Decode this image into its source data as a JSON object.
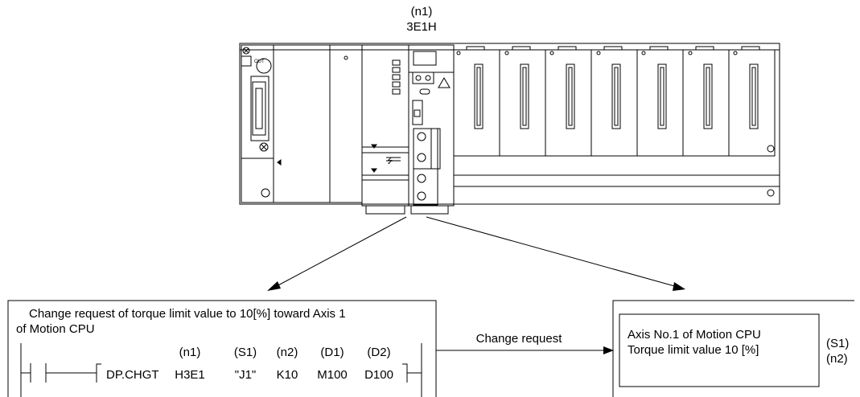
{
  "module_label": {
    "arg": "(n1)",
    "io_number": "3E1H"
  },
  "program_box": {
    "description_line1": "Change request of torque limit value to 10[%] toward Axis 1",
    "description_line2": "of Motion CPU",
    "instruction": "DP.CHGT",
    "operand_headers": [
      "(n1)",
      "(S1)",
      "(n2)",
      "(D1)",
      "(D2)"
    ],
    "operands": [
      "H3E1",
      "\"J1\"",
      "K10",
      "M100",
      "D100"
    ]
  },
  "arrow_label": "Change request",
  "motion_box": {
    "line1": "Axis No.1 of Motion CPU",
    "line2": "Torque limit value 10 [%]",
    "tag1": "(S1)",
    "tag2": "(n2)"
  },
  "module_glyphs": {
    "out_label": "OUT",
    "usb_symbol": "⭍"
  }
}
